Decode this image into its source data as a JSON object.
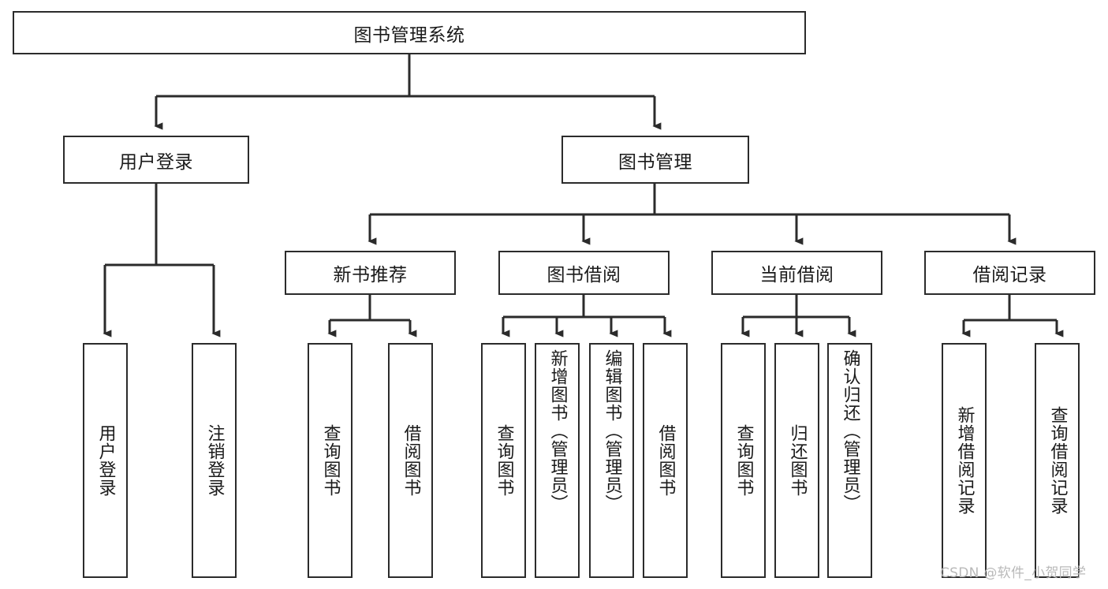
{
  "diagram": {
    "title": "图书管理系统",
    "type": "hierarchy-tree",
    "root": {
      "label": "图书管理系统"
    },
    "level2": [
      {
        "label": "用户登录"
      },
      {
        "label": "图书管理"
      }
    ],
    "level3": [
      {
        "label": "新书推荐"
      },
      {
        "label": "图书借阅"
      },
      {
        "label": "当前借阅"
      },
      {
        "label": "借阅记录"
      }
    ],
    "leaves": {
      "user_login": [
        {
          "label": "用户登录"
        },
        {
          "label": "注销登录"
        }
      ],
      "new_book_recommend": [
        {
          "label": "查询图书"
        },
        {
          "label": "借阅图书"
        }
      ],
      "book_borrow": [
        {
          "label": "查询图书"
        },
        {
          "label": "新增图书（管理员）"
        },
        {
          "label": "编辑图书（管理员）"
        },
        {
          "label": "借阅图书"
        }
      ],
      "current_borrow": [
        {
          "label": "查询图书"
        },
        {
          "label": "归还图书"
        },
        {
          "label": "确认归还（管理员）"
        }
      ],
      "borrow_record": [
        {
          "label": "新增借阅记录"
        },
        {
          "label": "查询借阅记录"
        }
      ]
    }
  },
  "watermark": {
    "text": "CSDN @软件_小贺同学"
  },
  "colors": {
    "border": "#2b2b2b",
    "background": "#ffffff",
    "text": "#1a1a1a",
    "watermark": "#b9b9b9"
  }
}
